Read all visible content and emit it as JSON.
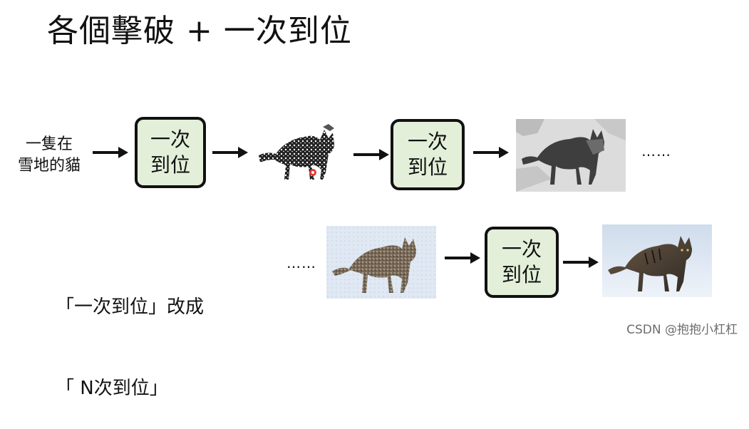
{
  "title": "各個擊破 + 一次到位",
  "input_label": [
    "一隻在",
    "雪地的貓"
  ],
  "box": {
    "line1": "一次",
    "line2": "到位"
  },
  "ellipsis": "……",
  "note": {
    "line1": "「一次到位」改成",
    "line2": "「 N次到位」"
  },
  "watermark": "CSDN @抱抱小杠杠",
  "icons": [
    "arrow-right-icon",
    "cat-photo"
  ],
  "colors": {
    "box_fill": "#e3efd9",
    "box_border": "#111111",
    "watermark": "#6d6d6d"
  }
}
